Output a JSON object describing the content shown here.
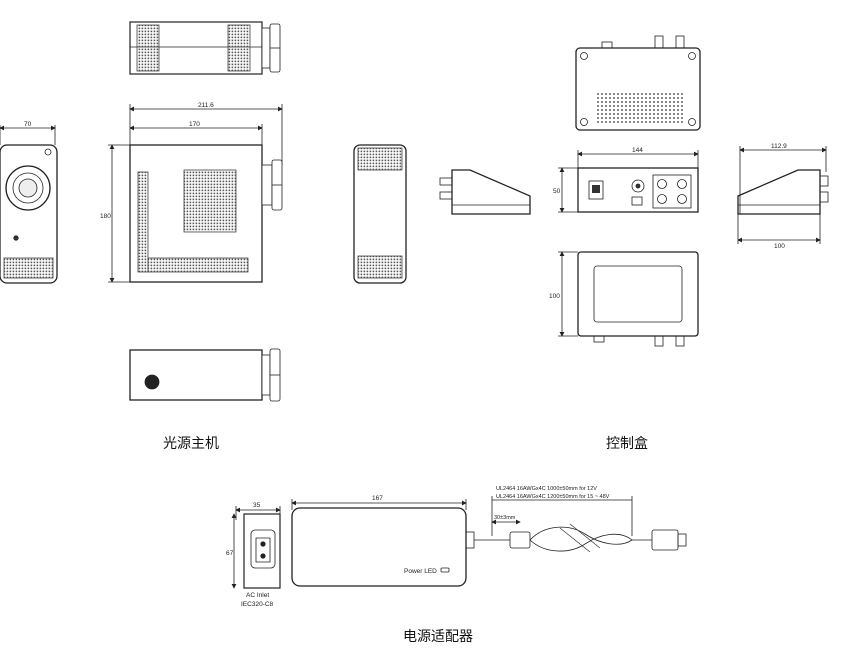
{
  "captions": {
    "host": "光源主机",
    "control": "控制盒",
    "adapter": "电源适配器"
  },
  "host_dims": {
    "front_width": "70",
    "total_width": "211.6",
    "body_width": "170",
    "height": "180"
  },
  "control_dims": {
    "front_width": "144",
    "height": "50",
    "side_width": "112.9",
    "side_base": "100",
    "top_depth": "100"
  },
  "adapter_dims": {
    "inlet_width": "35",
    "inlet_height": "67",
    "body_length": "167",
    "strip_length": "30±3mm",
    "cable_note_1": "UL2464 16AWGx4C 1000±50mm for 12V",
    "cable_note_2": "UL2464 16AWGx4C 1200±50mm for 15 ~ 48V",
    "power_led": "Power LED",
    "ac_inlet": "AC Inlet",
    "iec": "IEC320-C8"
  }
}
